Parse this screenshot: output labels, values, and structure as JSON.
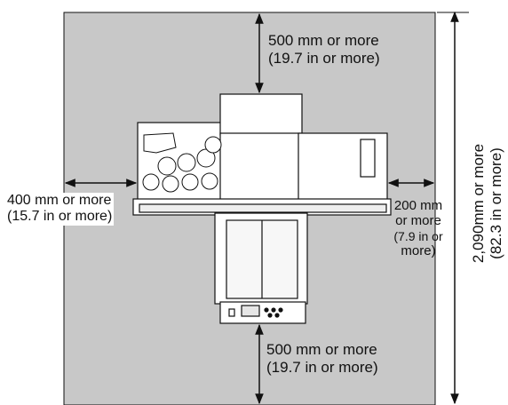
{
  "labels": {
    "top_line1": "500 mm or more",
    "top_line2": "(19.7 in or more)",
    "bottom_line1": "500 mm or more",
    "bottom_line2": "(19.7 in or more)",
    "left_line1": "400 mm or more",
    "left_line2": "(15.7 in or more)",
    "right_line1": "200 mm",
    "right_line2": "or more",
    "right_line3": "(7.9 in or",
    "right_line4": "more)",
    "total_line1": "2,090mm or more",
    "total_line2": "(82.3 in or more)"
  },
  "colors": {
    "floor": "#c8c8c8",
    "machine_fill": "#ffffff",
    "line": "#111111"
  }
}
